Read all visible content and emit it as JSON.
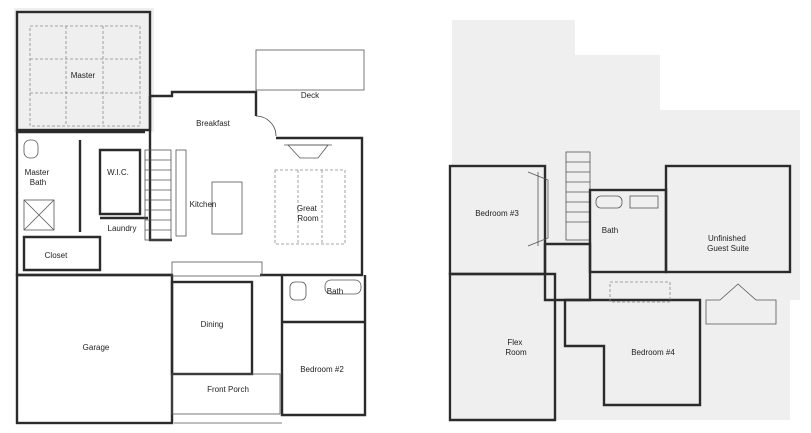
{
  "colors": {
    "wall": "#2b2b2b",
    "shade": "#efefef",
    "background": "#ffffff"
  },
  "first_floor": {
    "rooms": [
      {
        "id": "master",
        "label": "Master"
      },
      {
        "id": "deck",
        "label": "Deck"
      },
      {
        "id": "breakfast",
        "label": "Breakfast"
      },
      {
        "id": "master-bath",
        "label": "Master Bath"
      },
      {
        "id": "wic",
        "label": "W.I.C."
      },
      {
        "id": "kitchen",
        "label": "Kitchen"
      },
      {
        "id": "great-room",
        "label": "Great Room"
      },
      {
        "id": "laundry",
        "label": "Laundry"
      },
      {
        "id": "closet",
        "label": "Closet"
      },
      {
        "id": "bath",
        "label": "Bath"
      },
      {
        "id": "dining",
        "label": "Dining"
      },
      {
        "id": "garage",
        "label": "Garage"
      },
      {
        "id": "bedroom-2",
        "label": "Bedroom #2"
      },
      {
        "id": "front-porch",
        "label": "Front Porch"
      }
    ]
  },
  "second_floor": {
    "rooms": [
      {
        "id": "bedroom-3",
        "label": "Bedroom #3"
      },
      {
        "id": "bath-2",
        "label": "Bath"
      },
      {
        "id": "unfinished",
        "label": "Unfinished Guest Suite"
      },
      {
        "id": "flex",
        "label": "Flex Room"
      },
      {
        "id": "bedroom-4",
        "label": "Bedroom #4"
      }
    ]
  }
}
